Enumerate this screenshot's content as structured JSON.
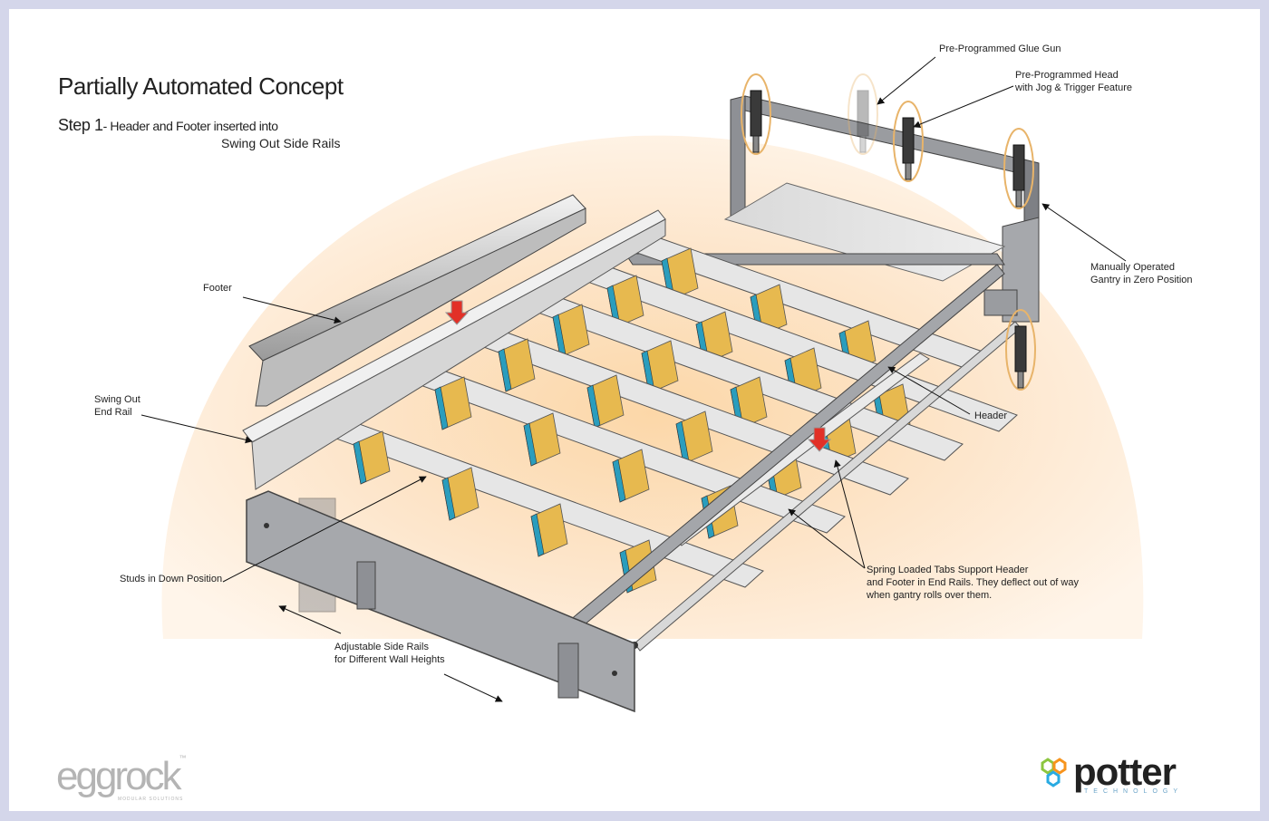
{
  "title": "Partially Automated  Concept",
  "step": {
    "prefix": "Step 1",
    "line1": "- Header and Footer inserted into",
    "line2": "Swing Out Side Rails"
  },
  "labels": {
    "glue_gun": "Pre-Programmed Glue Gun",
    "head_line1": "Pre-Programmed Head",
    "head_line2": "with  Jog & Trigger Feature",
    "gantry_line1": "Manually Operated",
    "gantry_line2": "Gantry in Zero Position",
    "footer": "Footer",
    "end_rail_line1": "Swing Out",
    "end_rail_line2": "End Rail",
    "header": "Header",
    "studs": "Studs in Down Position",
    "tabs_line1": "Spring Loaded Tabs Support  Header",
    "tabs_line2": "and Footer in End Rails. They deflect  out of way",
    "tabs_line3": "when gantry rolls over them.",
    "side_rails_line1": "Adjustable  Side Rails",
    "side_rails_line2": "for Different Wall Heights"
  },
  "logos": {
    "eggrock": "eggrock",
    "eggrock_tm": "™",
    "eggrock_sub": "MODULAR SOLUTIONS",
    "potter": "potter",
    "potter_sub": "TECHNOLOGY"
  },
  "colors": {
    "frame": "#8e9095",
    "frame_dark": "#5c5e62",
    "stud_wood": "#e7b94f",
    "stud_blue": "#2a9dbd",
    "highlight": "#e8b46a",
    "arrow_red": "#e23027",
    "glow": "#fde2c2",
    "potter_hex_green": "#8cc63f",
    "potter_hex_orange": "#f7941d",
    "potter_hex_blue": "#29abe2"
  }
}
